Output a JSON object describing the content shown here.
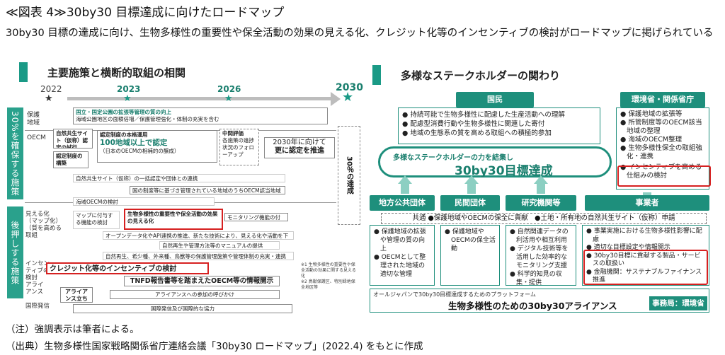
{
  "figure": {
    "title": "≪図表 4≫30by30 目標達成に向けたロードマップ",
    "description": "30by30 目標の達成に向け、生物多様性の重要性や保全活動の効果の見える化、クレジット化等のインセンティブの検討がロードマップに掲げられている"
  },
  "left": {
    "title": "主要施策と横断的取組の相関",
    "years": [
      "2022",
      "2023",
      "2026",
      "2030"
    ],
    "section_a": "30%を確保する施策",
    "section_b": "後押しする施策",
    "row_labels": {
      "hozen": "保護\n地域",
      "oecm": "OECM",
      "mieruka": "見える化\n（マップ化）\n（質を高める\n取組",
      "incentive": "インセン\nティブの\n検討\nアライ\nアンス",
      "kokusai": "国際発信"
    },
    "boxes": {
      "national_park": "国立・国定公園の拡張等管理の質の向上",
      "national_park_sub": "海域公園地区の面積倍増／保護管理強化・体制の充実を含む",
      "site_trial": "自然共生サイト（仮称）認定の試行",
      "cert_build": "認定制度の構築",
      "cert_full": "認定制度の本格運用",
      "cert_100": "100地域以上で認定",
      "cert_100_sub": "（日本のOECMの相補的の醸成）",
      "midterm": "中間評価",
      "midterm_sub": "各施策の進捗状況のフォローアップ",
      "toward_2030": "2030年に向けて",
      "toward_2030_b": "更に認定を推進",
      "site_register": "自然共生サイト（仮称）の一括認定や団体との連携",
      "national_manage": "国の制度等に基づき管理されている地域のうちOECM該当地域の整理",
      "sea_oecm": "海域OECMの検討",
      "map": "マップに付与する機能の検討",
      "visualize": "生物多様性の重要性や保全活動の効果の見える化",
      "monitoring": "モニタリング機能の付加",
      "open_data": "オープンデータ化やAPI連携の推進、新たな技術により、見える化や活動を下支え",
      "manual": "自然再生や管理方法等のマニュアルの提供",
      "restore": "自然再生、希少種、外来種、鳥獣等の保護管理施策や管理体制の充実・連携",
      "credit": "クレジット化等のインセンティブの検討",
      "tnfd": "TNFD報告書等を踏まえたOECM等の情報開示",
      "alliance_launch": "アライアンス立ち上げ",
      "alliance_call": "アライアンスへの参加の呼びかけ",
      "intl": "国際発信及び国際的な協力"
    },
    "result": "30％の達成",
    "notes": "※1 生物多様性の重要性や保全活動の効果に関する見える化\n※2 鳥獣保護区、特別緑地保全地区等"
  },
  "right": {
    "title": "多様なステークホルダーの関わり",
    "citizens": {
      "header": "国民",
      "items": [
        "持続可能で生物多様性に配慮した生産活動への理解",
        "配慮型消費行動や生物多様性に関連した寄付",
        "地域の生態系の質を高める取組への積極的参加"
      ]
    },
    "ministry": {
      "header": "環境省・関係省庁",
      "items": [
        "保護地域の拡張等",
        "所管制度等のOECM該当地域の整理",
        "海域のOECM整理",
        "生物多様性保全の取組強化・連携",
        "インセンティブを高める仕組みの検討"
      ]
    },
    "goal": {
      "sub": "多様なステークホルダーの力を結集し",
      "main": "30by30目標達成"
    },
    "actors": [
      "地方公共団体",
      "民間団体",
      "研究機関等",
      "事業者"
    ],
    "common": "共通 ●保護地域やOECMの保全に貢献　●土地・所有地の自然共生サイト（仮称）申請",
    "local_gov": [
      "保護地域の拡張や管理の質の向上",
      "OECMとして整理された地域の適切な管理"
    ],
    "ngo": [
      "保護地域やOECMの保全活動"
    ],
    "research": [
      "自然関連データの利活用や相互利用",
      "デジタル技術等を活用した効率的なモニタリング支援",
      "科学的知見の収集・提供"
    ],
    "business": [
      "事業実施における生物多様性影響に配慮",
      "適切な目標設定や情報開示",
      "30by30目標に貢献する製品・サービスの取扱い",
      "金融機関：サステナブルファイナンス推進"
    ],
    "platform": {
      "sub": "オールジャパンで30by30目標達成するためのプラットフォーム",
      "main": "生物多様性のための30by30アライアンス",
      "office": "事務局：環境省"
    }
  },
  "footnotes": {
    "note": "（注）強調表示は筆者による。",
    "source": "（出典）生物多様性国家戦略関係省庁連絡会議「30by30 ロードマップ」(2022.4) をもとに作成"
  }
}
